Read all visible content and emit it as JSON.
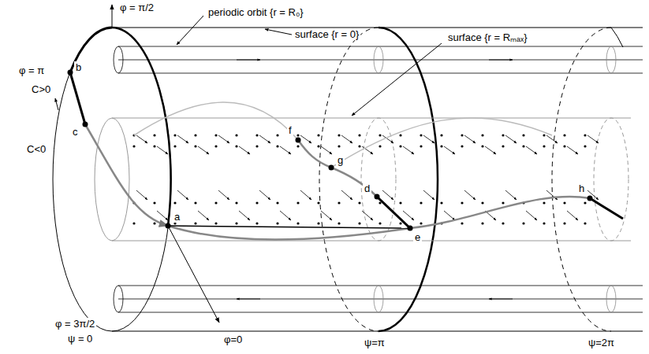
{
  "diagram": {
    "labels": [
      "periodic orbit {r = R₀}",
      "surface {r = 0}",
      "surface {r = Rₘₐₓ}",
      "φ = π/2",
      "C>0",
      "φ = π",
      "b",
      "c",
      "C<0",
      "a",
      "f",
      "g",
      "d",
      "e",
      "h",
      "φ = 3π/2",
      "ψ = 0",
      "φ=0",
      "ψ=π",
      "ψ=2π"
    ]
  }
}
